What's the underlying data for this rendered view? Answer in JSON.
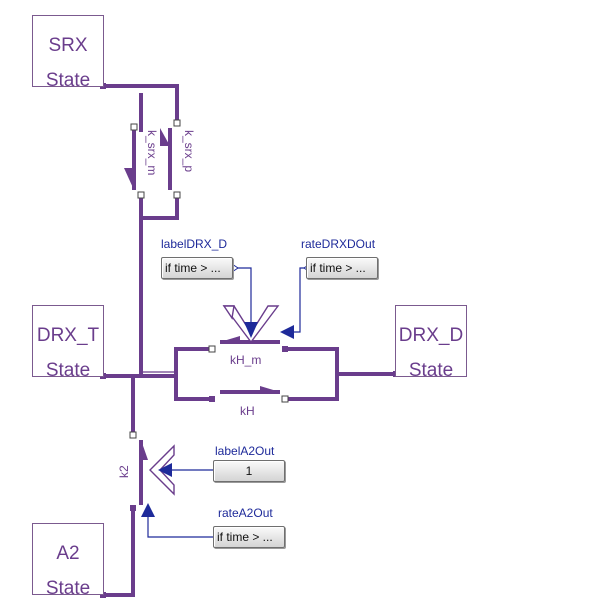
{
  "states": {
    "srx": {
      "name": "SRX",
      "kind": "State"
    },
    "drx_t": {
      "name": "DRX_T",
      "kind": "State"
    },
    "drx_d": {
      "name": "DRX_D",
      "kind": "State"
    },
    "a2": {
      "name": "A2",
      "kind": "State"
    }
  },
  "reactions": {
    "k_srx_m": "k_srx_m",
    "k_srx_p": "k_srx_p",
    "kh_m": "kH_m",
    "kh": "kH",
    "k2": "k2"
  },
  "parameters": {
    "label_drx_d": {
      "name": "labelDRX_D",
      "value": "if time > ..."
    },
    "rate_drxd_out": {
      "name": "rateDRXDOut",
      "value": "if time > ..."
    },
    "label_a2_out": {
      "name": "labelA2Out",
      "value": "1"
    },
    "rate_a2_out": {
      "name": "rateA2Out",
      "value": "if time > ..."
    }
  },
  "colors": {
    "wire": "#6a3d8c",
    "control": "#1e2a9a",
    "text_state": "#6a3d8c"
  }
}
